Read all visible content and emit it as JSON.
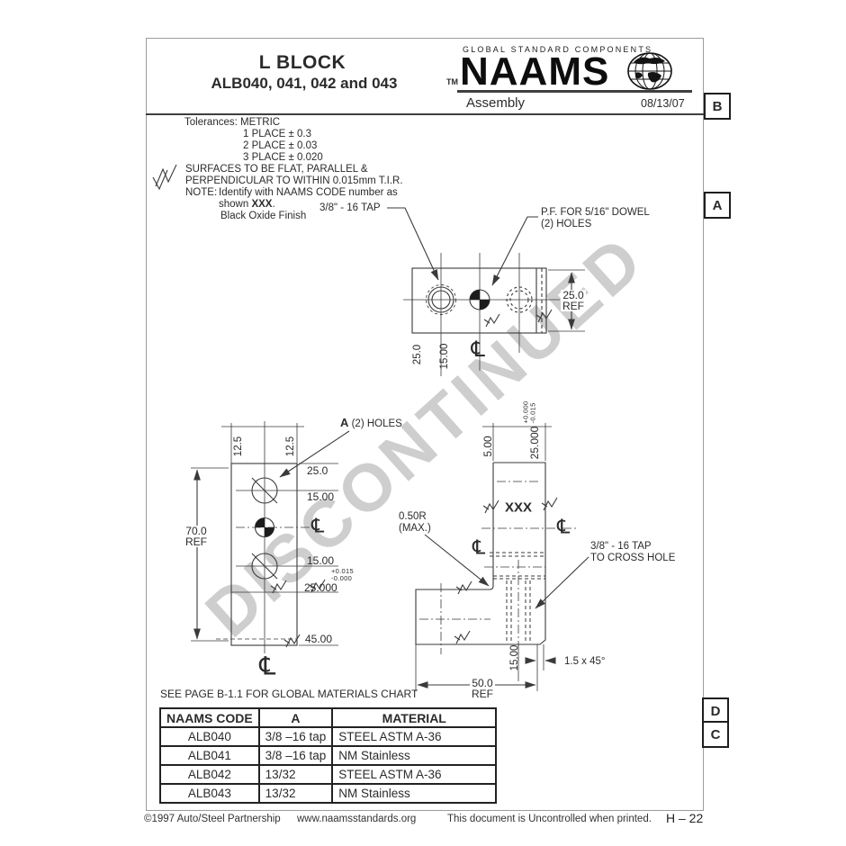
{
  "header": {
    "title_line1": "L BLOCK",
    "title_line2": "ALB040, 041, 042 and 043",
    "brand_tagline": "GLOBAL STANDARD COMPONENTS",
    "brand_tm": "TM",
    "brand_name": "NAAMS",
    "subtitle": "Assembly",
    "date": "08/13/07"
  },
  "zones": {
    "b": "B",
    "a": "A",
    "d": "D",
    "c": "C"
  },
  "notes": {
    "tolerances_title": "Tolerances: METRIC",
    "tol1": "1 PLACE ± 0.3",
    "tol2": "2 PLACE ± 0.03",
    "tol3": "3 PLACE ± 0.020",
    "surfaces1": "SURFACES TO BE FLAT, PARALLEL &",
    "surfaces2": "PERPENDICULAR TO WITHIN 0.015mm T.I.R.",
    "note_label": "NOTE:",
    "note1": "Identify with NAAMS CODE number as",
    "note2a": "shown ",
    "note2b": "XXX",
    "note2c": ".",
    "note3": "Black Oxide Finish"
  },
  "top_view": {
    "tap_label": "3/8\" - 16 TAP",
    "dowel_label1": "P.F. FOR 5/16\" DOWEL",
    "dowel_label2": "(2) HOLES",
    "dim_25ref_1": "25.0",
    "dim_25ref_2": "REF",
    "dim_25": "25.0",
    "dim_15": "15.00"
  },
  "front_view": {
    "holes_label_a": "A",
    "holes_label": "(2) HOLES",
    "dim_125_left": "12.5",
    "dim_125_right": "12.5",
    "dim_25": "25.0",
    "dim_15_top": "15.00",
    "dim_15_bot": "15.00",
    "tol_plus": "+0.015",
    "tol_minus": "-0.000",
    "dim_25000": "25.000",
    "dim_45": "45.00",
    "dim_70_1": "70.0",
    "dim_70_2": "REF"
  },
  "side_view": {
    "dim_5": "5.00",
    "tol_plus": "+0.000",
    "tol_minus": "-0.015",
    "dim_25000": "25.000",
    "xxx": "XXX",
    "radius1": "0.50R",
    "radius2": "(MAX.)",
    "tap1": "3/8\" - 16 TAP",
    "tap2": "TO CROSS HOLE",
    "dim_15": "15.00",
    "chamfer": "1.5 x 45°",
    "dim_50_1": "50.0",
    "dim_50_2": "REF"
  },
  "symbols": {
    "centerline": "℄"
  },
  "materials_note": "SEE PAGE B-1.1 FOR GLOBAL MATERIALS CHART",
  "table": {
    "headers": [
      "NAAMS CODE",
      "A",
      "MATERIAL"
    ],
    "rows": [
      [
        "ALB040",
        "3/8 –16 tap",
        "STEEL ASTM A-36"
      ],
      [
        "ALB041",
        "3/8 –16 tap",
        "NM Stainless"
      ],
      [
        "ALB042",
        "13/32",
        "STEEL ASTM A-36"
      ],
      [
        "ALB043",
        "13/32",
        "NM Stainless"
      ]
    ]
  },
  "footer": {
    "copyright": "©1997 Auto/Steel Partnership",
    "website": "www.naamsstandards.org",
    "uncontrolled": "This document is Uncontrolled when printed.",
    "page_number": "H – 22"
  },
  "watermark": "DISCONTINUED",
  "colors": {
    "line": "#3a3a3a",
    "page_border": "#9c9c9c",
    "watermark": "#9f9f9f"
  }
}
